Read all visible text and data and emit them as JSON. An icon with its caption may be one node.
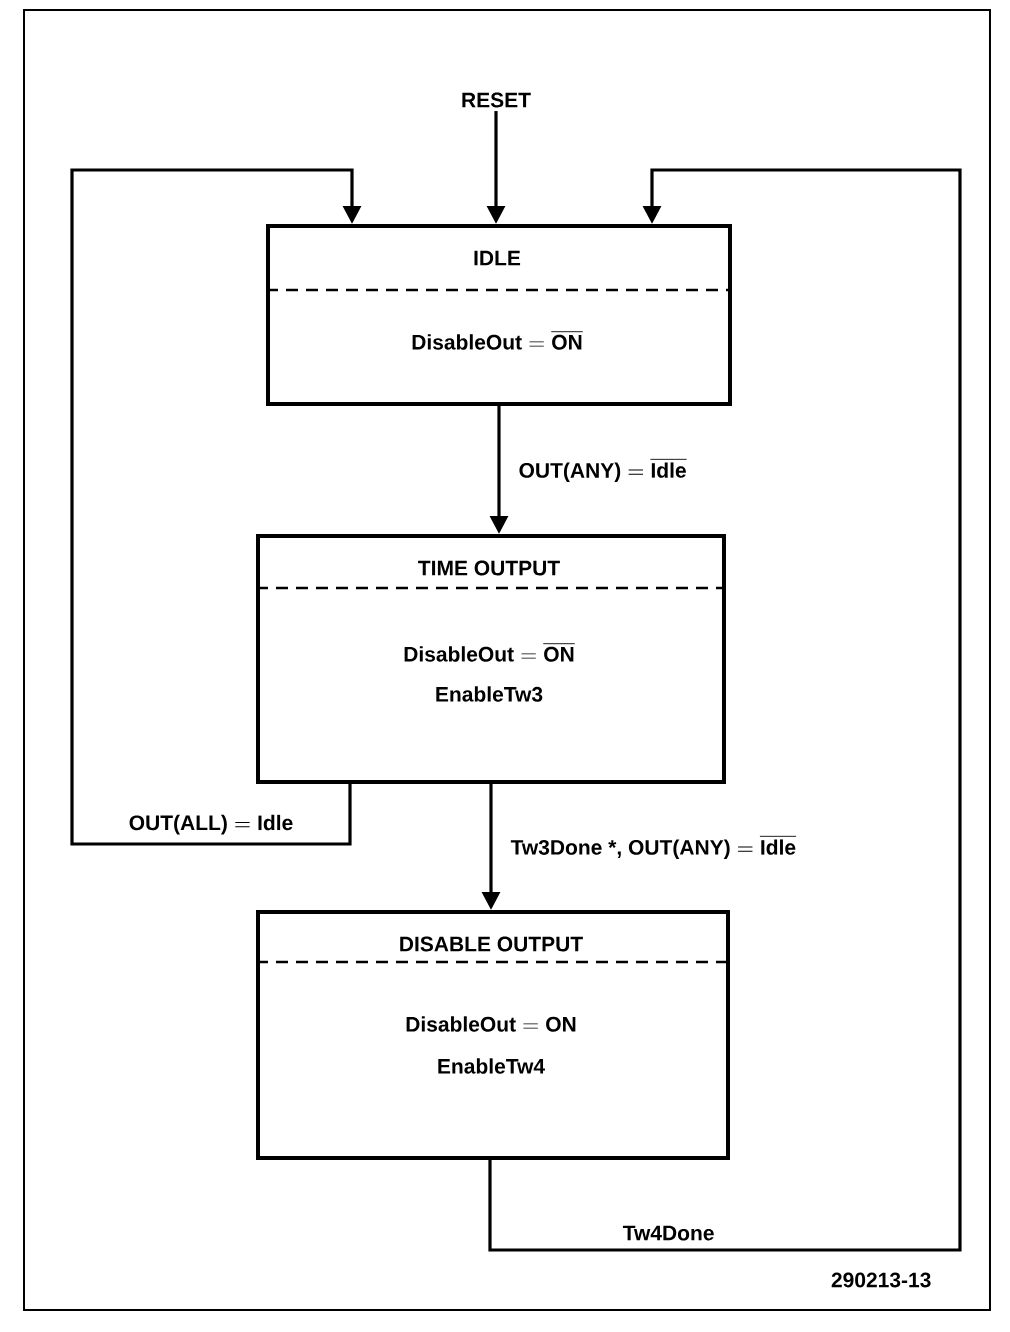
{
  "diagram": {
    "nodes": [
      {
        "text": [
          "RESET"
        ]
      },
      {
        "text": [
          "IDLE",
          "\\text{DisableOut} = \\overline{\\text{ON}}"
        ]
      },
      {
        "text": [
          "TIME OUTPUT",
          "\\text{DisableOut} = \\overline{\\text{ON}}",
          "\\text{EnableTw3}"
        ]
      },
      {
        "text": [
          "DISABLE OUTPUT",
          "\\text{DisableOut} = \\text{ON}",
          "\\text{EnableTw4}"
        ]
      }
    ],
    "edges": [
      {
        "from": 0,
        "to": 1,
        "arrow": "to"
      },
      {
        "from": 1,
        "to": 2,
        "arrow": "to",
        "label": "\\text{OUT(ANY)} = \\overline{\\text{Idle}}"
      },
      {
        "from": 2,
        "to": 1,
        "arrow": "to",
        "label": "\\text{OUT(ALL)} = \\text{Idle}"
      },
      {
        "from": 2,
        "to": 3,
        "arrow": "to",
        "label": "\\text{Tw3Done *, OUT(ANY)} = \\overline{\\text{Idle}}"
      },
      {
        "from": 3,
        "to": 1,
        "arrow": "to",
        "label": "\\text{Tw4Done}"
      }
    ],
    "labels": [
      "290213-13"
    ]
  }
}
